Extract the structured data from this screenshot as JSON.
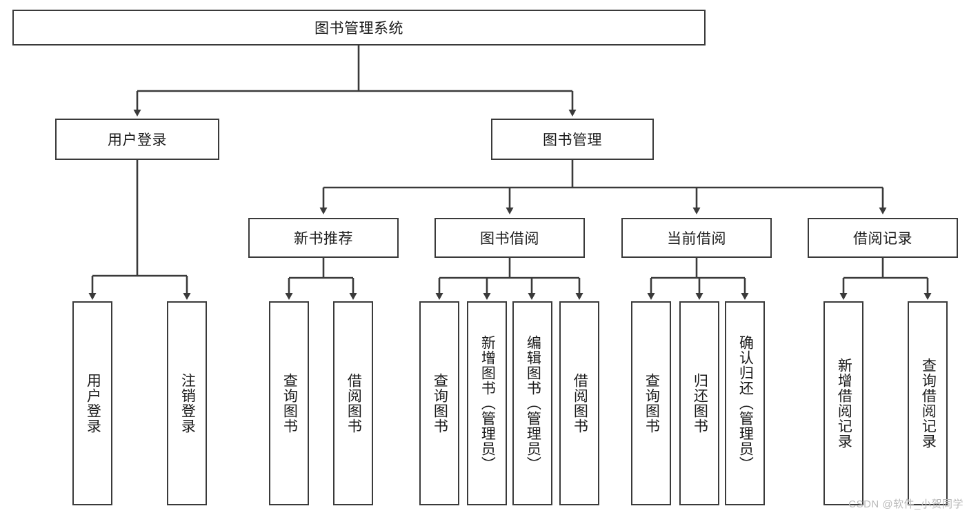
{
  "diagram": {
    "title": "图书管理系统",
    "type": "hierarchy-tree",
    "watermark": "CSDN @软件_小贺同学",
    "colors": {
      "box_border": "#3a3a3a",
      "box_fill": "#ffffff",
      "connector": "#3a3a3a",
      "text": "#1a1a1a",
      "watermark": "#b9b9b9"
    },
    "nodes": {
      "root": {
        "label": "图书管理系统",
        "level": 1,
        "orientation": "horizontal"
      },
      "l2": [
        {
          "id": "user-login",
          "label": "用户登录",
          "level": 2,
          "orientation": "horizontal"
        },
        {
          "id": "book-manage",
          "label": "图书管理",
          "level": 2,
          "orientation": "horizontal"
        }
      ],
      "l3": [
        {
          "id": "new-book-rec",
          "label": "新书推荐",
          "level": 3,
          "orientation": "horizontal"
        },
        {
          "id": "book-borrow",
          "label": "图书借阅",
          "level": 3,
          "orientation": "horizontal"
        },
        {
          "id": "current-borrow",
          "label": "当前借阅",
          "level": 3,
          "orientation": "horizontal"
        },
        {
          "id": "borrow-record",
          "label": "借阅记录",
          "level": 3,
          "orientation": "horizontal"
        }
      ],
      "leaves": [
        {
          "id": "leaf-user-login",
          "label": "用户登录",
          "parent": "user-login",
          "orientation": "vertical"
        },
        {
          "id": "leaf-user-logout",
          "label": "注销登录",
          "parent": "user-login",
          "orientation": "vertical"
        },
        {
          "id": "leaf-query-book-1",
          "label": "查询图书",
          "parent": "new-book-rec",
          "orientation": "vertical"
        },
        {
          "id": "leaf-borrow-book-1",
          "label": "借阅图书",
          "parent": "new-book-rec",
          "orientation": "vertical"
        },
        {
          "id": "leaf-query-book-2",
          "label": "查询图书",
          "parent": "book-borrow",
          "orientation": "vertical"
        },
        {
          "id": "leaf-add-book",
          "label": "新增图书（管理员）",
          "parent": "book-borrow",
          "orientation": "vertical"
        },
        {
          "id": "leaf-edit-book",
          "label": "编辑图书（管理员）",
          "parent": "book-borrow",
          "orientation": "vertical"
        },
        {
          "id": "leaf-borrow-book-2",
          "label": "借阅图书",
          "parent": "book-borrow",
          "orientation": "vertical"
        },
        {
          "id": "leaf-query-book-3",
          "label": "查询图书",
          "parent": "current-borrow",
          "orientation": "vertical"
        },
        {
          "id": "leaf-return-book",
          "label": "归还图书",
          "parent": "current-borrow",
          "orientation": "vertical"
        },
        {
          "id": "leaf-confirm-return",
          "label": "确认归还（管理员）",
          "parent": "current-borrow",
          "orientation": "vertical"
        },
        {
          "id": "leaf-add-record",
          "label": "新增借阅记录",
          "parent": "borrow-record",
          "orientation": "vertical"
        },
        {
          "id": "leaf-query-record",
          "label": "查询借阅记录",
          "parent": "borrow-record",
          "orientation": "vertical"
        }
      ]
    }
  }
}
